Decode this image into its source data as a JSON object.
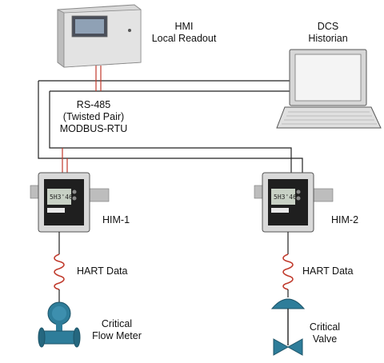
{
  "labels": {
    "hmi_line1": "HMI",
    "hmi_line2": "Local Readout",
    "dcs_line1": "DCS",
    "dcs_line2": "Historian",
    "bus_line1": "RS-485",
    "bus_line2": "(Twisted Pair)",
    "bus_line3": "MODBUS-RTU",
    "him1": "HIM-1",
    "him2": "HIM-2",
    "hart1": "HART Data",
    "hart2": "HART Data",
    "meter_line1": "Critical",
    "meter_line2": "Flow Meter",
    "valve_line1": "Critical",
    "valve_line2": "Valve"
  },
  "devices": {
    "him1_display": "5H3'46",
    "him2_display": "5H3'46"
  },
  "colors": {
    "bus_wire": "#222222",
    "hart_coil": "#c0392b",
    "hmi_wire": "#c0392b",
    "meter_body": "#2e7d9a",
    "valve_body": "#2e7d9a"
  }
}
